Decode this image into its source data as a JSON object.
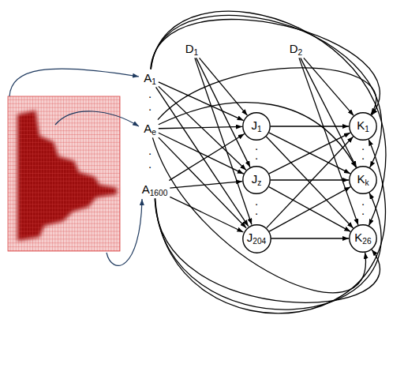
{
  "diagram": {
    "nodes": [
      {
        "text": [
          "A1"
        ]
      },
      {
        "text": [
          "Ae"
        ]
      },
      {
        "text": [
          "A1600"
        ]
      },
      {
        "text": [
          "D1"
        ]
      },
      {
        "text": [
          "J1"
        ]
      },
      {
        "text": [
          "Jz"
        ]
      },
      {
        "text": [
          "J204"
        ]
      },
      {
        "text": [
          "D2"
        ]
      },
      {
        "text": [
          "K1"
        ]
      },
      {
        "text": [
          "Kk"
        ]
      },
      {
        "text": [
          "K26"
        ]
      }
    ],
    "edges": [
      {
        "from": 0,
        "to": 4,
        "arrow": "to"
      },
      {
        "from": 0,
        "to": 5,
        "arrow": "to"
      },
      {
        "from": 0,
        "to": 6,
        "arrow": "to"
      },
      {
        "from": 1,
        "to": 4,
        "arrow": "to"
      },
      {
        "from": 1,
        "to": 5,
        "arrow": "to"
      },
      {
        "from": 1,
        "to": 6,
        "arrow": "to"
      },
      {
        "from": 2,
        "to": 4,
        "arrow": "to"
      },
      {
        "from": 2,
        "to": 5,
        "arrow": "to"
      },
      {
        "from": 2,
        "to": 6,
        "arrow": "to"
      },
      {
        "from": 3,
        "to": 4,
        "arrow": "to"
      },
      {
        "from": 3,
        "to": 5,
        "arrow": "to"
      },
      {
        "from": 3,
        "to": 6,
        "arrow": "to"
      },
      {
        "from": 4,
        "to": 8,
        "arrow": "to"
      },
      {
        "from": 4,
        "to": 9,
        "arrow": "to"
      },
      {
        "from": 4,
        "to": 10,
        "arrow": "to"
      },
      {
        "from": 5,
        "to": 8,
        "arrow": "to"
      },
      {
        "from": 5,
        "to": 9,
        "arrow": "to"
      },
      {
        "from": 5,
        "to": 10,
        "arrow": "to"
      },
      {
        "from": 6,
        "to": 8,
        "arrow": "to"
      },
      {
        "from": 6,
        "to": 9,
        "arrow": "to"
      },
      {
        "from": 6,
        "to": 10,
        "arrow": "to"
      },
      {
        "from": 7,
        "to": 8,
        "arrow": "to"
      },
      {
        "from": 7,
        "to": 9,
        "arrow": "to"
      },
      {
        "from": 7,
        "to": 10,
        "arrow": "to"
      },
      {
        "from": 0,
        "to": 8,
        "arrow": "to"
      },
      {
        "from": 0,
        "to": 9,
        "arrow": "to"
      },
      {
        "from": 0,
        "to": 10,
        "arrow": "to"
      },
      {
        "from": 1,
        "to": 8,
        "arrow": "to"
      },
      {
        "from": 1,
        "to": 9,
        "arrow": "to"
      },
      {
        "from": 1,
        "to": 10,
        "arrow": "to"
      },
      {
        "from": 2,
        "to": 8,
        "arrow": "to"
      },
      {
        "from": 2,
        "to": 9,
        "arrow": "to"
      },
      {
        "from": 2,
        "to": 10,
        "arrow": "to"
      }
    ],
    "labels": [
      ".",
      ".",
      ".",
      ".",
      ".",
      ".",
      ".",
      ".",
      ".",
      ".",
      ".",
      "."
    ]
  }
}
